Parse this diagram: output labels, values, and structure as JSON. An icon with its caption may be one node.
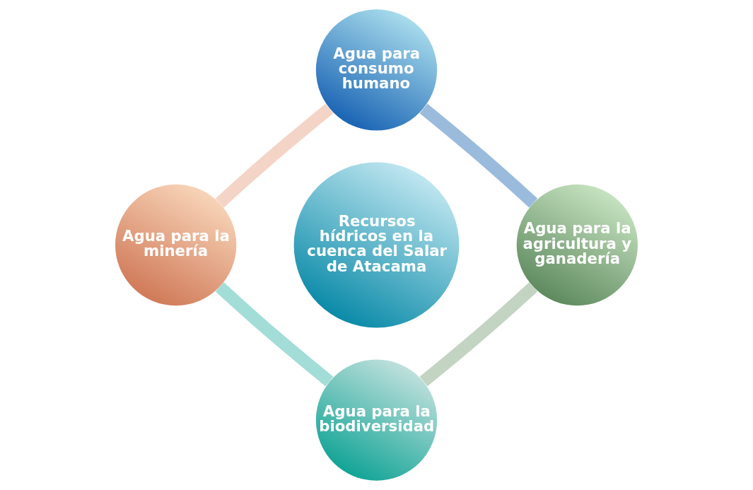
{
  "diagram": {
    "nodes": [
      {
        "text": [
          "Recursos hídricos en la cuenca del Salar de Atacama"
        ]
      },
      {
        "text": [
          "Agua para consumo humano"
        ]
      },
      {
        "text": [
          "Agua para la agricultura y ganadería"
        ]
      },
      {
        "text": [
          "Agua para la biodiversidad"
        ]
      },
      {
        "text": [
          "Agua para la minería"
        ]
      }
    ],
    "edges": [
      {
        "from": 1,
        "to": 2,
        "arrow": "none",
        "color": "#9bbbdd"
      },
      {
        "from": 2,
        "to": 3,
        "arrow": "none",
        "color": "#c3d4c2"
      },
      {
        "from": 4,
        "to": 3,
        "arrow": "none",
        "color": "#a3ddd8"
      },
      {
        "from": 1,
        "to": 4,
        "arrow": "none",
        "color": "#f4d4c6"
      }
    ]
  }
}
